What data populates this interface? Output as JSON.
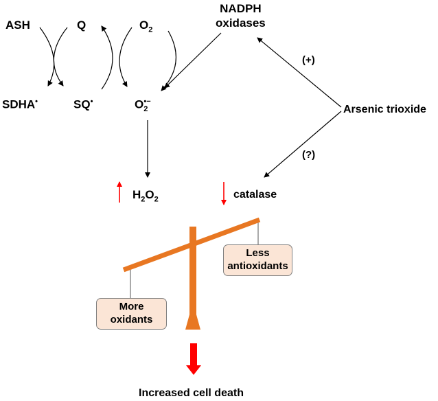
{
  "labels": {
    "ash": "ASH",
    "q": "Q",
    "o2": "O",
    "o2_sub": "2",
    "nadph_line1": "NADPH",
    "nadph_line2": "oxidases",
    "sdha": "SDHA",
    "sdha_sup": "•",
    "sq": "SQ",
    "sq_sup": "•",
    "superoxide": "O",
    "superoxide_sub": "2",
    "superoxide_sup": "•−",
    "plus": "(+)",
    "arsenic": "Arsenic trioxide",
    "question": "(?)",
    "h2o2_h": "H",
    "h2o2_sub1": "2",
    "h2o2_o": "O",
    "h2o2_sub2": "2",
    "catalase": "catalase",
    "less_line1": "Less",
    "less_line2": "antioxidants",
    "more_line1": "More",
    "more_line2": "oxidants",
    "result": "Increased cell death"
  },
  "colors": {
    "balance": "#e87722",
    "box_fill": "#fbe5d6",
    "red_arrow": "#ff0000"
  }
}
